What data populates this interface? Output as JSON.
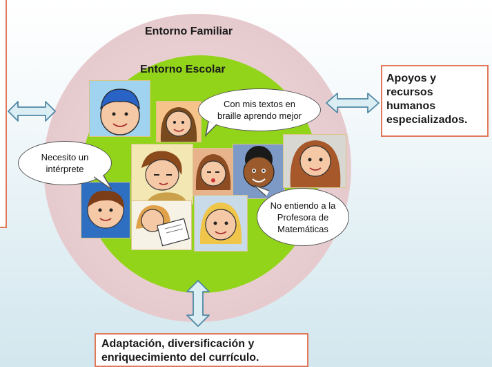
{
  "diagram": {
    "outer_title": "Entorno Familiar",
    "inner_title": "Entorno Escolar",
    "right_box_lines": [
      "Apoyos y",
      "recursos",
      "humanos",
      "especializados."
    ],
    "bottom_box_lines": [
      "Adaptación, diversificación y",
      "enriquecimiento del currículo."
    ],
    "bubbles": {
      "braille": [
        "Con mis textos en",
        "braille aprendo mejor"
      ],
      "interprete": [
        "Necesito un",
        "intérprete"
      ],
      "matematicas": [
        "No entiendo a la",
        "Profesora de",
        "Matemáticas"
      ]
    }
  },
  "colors": {
    "outer_circle": "#e8cdd0",
    "inner_circle": "#92d41a",
    "box_border": "#e0785a",
    "arrow_fill": "#dbeef4",
    "arrow_stroke": "#4f87a5"
  },
  "icons": {
    "arrow_left": "double-arrow-horizontal-icon",
    "arrow_right": "double-arrow-horizontal-icon",
    "arrow_bottom": "double-arrow-vertical-icon"
  }
}
